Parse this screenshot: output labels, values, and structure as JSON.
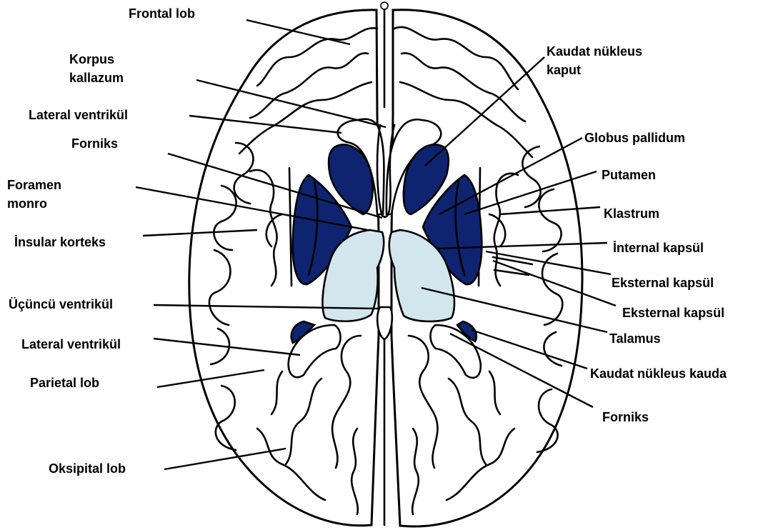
{
  "colors": {
    "nucleus_fill": "#0f2470",
    "thalamus_fill": "#d2e6ee",
    "outline": "#000000",
    "background": "#ffffff"
  },
  "labels": {
    "frontal_lob": "Frontal lob",
    "korpus_line1": "Korpus",
    "korpus_line2": "kallazum",
    "lateral_ventrikul_top": "Lateral ventrikül",
    "forniks_top": "Forniks",
    "foramen_line1": "Foramen",
    "foramen_line2": "monro",
    "insular_korteks": "İnsular korteks",
    "ucuncu_ventrikul": "Üçüncü ventrikül",
    "lateral_ventrikul_bottom": "Lateral ventrikül",
    "parietal_lob": "Parietal lob",
    "oksipital_lob": "Oksipital lob",
    "kaudat_kaput_line1": "Kaudat nükleus",
    "kaudat_kaput_line2": "kaput",
    "globus_pallidum": "Globus pallidum",
    "putamen": "Putamen",
    "klastrum": "Klastrum",
    "internal_kapsul": "İnternal kapsül",
    "eksternal_kapsul_1": "Eksternal kapsül",
    "eksternal_kapsul_2": "Eksternal kapsül",
    "talamus": "Talamus",
    "kaudat_kauda": "Kaudat nükleus kauda",
    "forniks_bottom": "Forniks"
  }
}
